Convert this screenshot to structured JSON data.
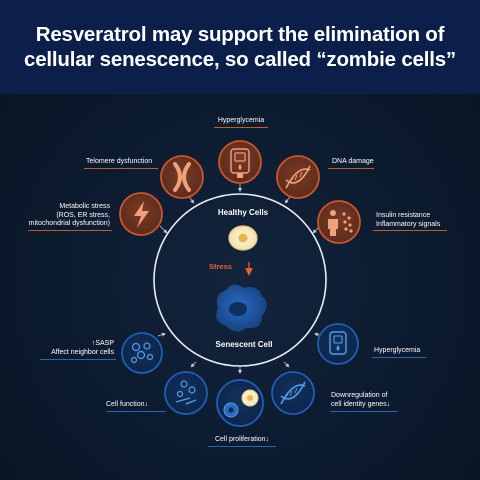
{
  "header": {
    "title_line1": "Resveratrol may support the elimination of",
    "title_line2": "cellular senescence, so called “zombie cells”"
  },
  "center": {
    "healthy_label": "Healthy Cells",
    "stress_label": "Stress",
    "senescent_label": "Senescent Cell"
  },
  "causes": {
    "hyperglycemia": "Hyperglycemia",
    "telomere": "Telomere dysfunction",
    "dna_damage": "DNA damage",
    "metabolic_1": "Metabolic stress",
    "metabolic_2": "(ROS, ER stress,",
    "metabolic_3": "mitochondrial dysfunction)",
    "insulin_1": "Insulin resistance",
    "insulin_2": "Inflammatory signals"
  },
  "effects": {
    "sasp_1": "↑SASP",
    "sasp_2": "Affect neighbor cells",
    "hyperglycemia": "Hyperglycemia",
    "cell_function": "Cell function↓",
    "downreg_1": "Downregulation of",
    "downreg_2": "cell identity genes↓",
    "proliferation": "Cell proliferation↓"
  },
  "colors": {
    "header_bg": "#0b1f4a",
    "background": "#0c1a2e",
    "cause_orange": "#c8572c",
    "effect_blue": "#1f5fb8",
    "senescent_cell": "#1c55a8",
    "healthy_cell": "#f6ecc9"
  },
  "icons": {
    "hyperglycemia_top": "glucose-meter-icon",
    "telomere": "chromosome-icon",
    "dna_damage": "dna-icon",
    "metabolic": "lightning-bolt-icon",
    "insulin": "person-with-particles-icon",
    "sasp": "cells-cluster-icon",
    "hyperglycemia_bottom": "glucose-meter-icon",
    "cell_function": "microscope-cells-icon",
    "downregulation": "dna-icon",
    "proliferation": "dividing-cells-icon"
  }
}
